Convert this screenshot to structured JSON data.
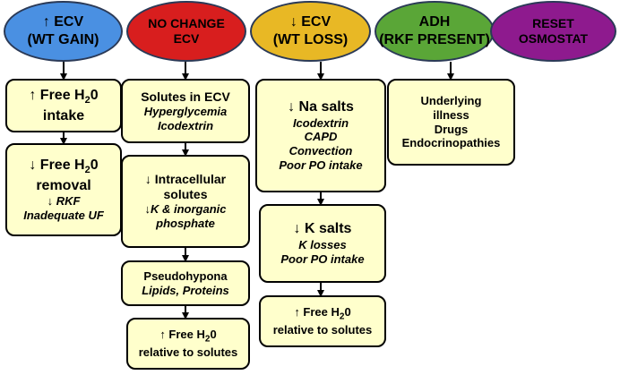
{
  "colors": {
    "gain": "#4a90e2",
    "nochange": "#d81e1e",
    "loss": "#e8b825",
    "adh": "#5aa637",
    "reset": "#8e1a8e",
    "box": "#ffffcc"
  },
  "headers": {
    "gain": {
      "line1": "↑ ECV",
      "line2": "(WT GAIN)"
    },
    "nochange": {
      "line1": "NO CHANGE",
      "line2": "ECV"
    },
    "loss": {
      "line1": "↓ ECV",
      "line2": "(WT LOSS)"
    },
    "adh": {
      "line1": "ADH",
      "line2": "(RKF PRESENT)"
    },
    "reset": {
      "line1": "RESET",
      "line2": "OSMOSTAT"
    }
  },
  "gain_col": {
    "box1": {
      "line1": "↑ Free H",
      "sub": "2",
      "tail": "0",
      "line2": "intake"
    },
    "box2": {
      "line1": "↓ Free H",
      "sub": "2",
      "tail": "0",
      "line2": "removal",
      "line3": "↓ RKF",
      "line4": "Inadequate UF"
    }
  },
  "nochange_col": {
    "box1": {
      "title": "Solutes in ECV",
      "item1": "Hyperglycemia",
      "item2": "Icodextrin"
    },
    "box2": {
      "line1": "↓ Intracellular",
      "line2": "solutes",
      "item1": "↓K & inorganic",
      "item2": "phosphate"
    },
    "box3": {
      "title": "Pseudohypona",
      "item1": "Lipids, Proteins"
    },
    "box4": {
      "line1": "↑ Free H",
      "sub": "2",
      "tail": "0",
      "line2": "relative to solutes"
    }
  },
  "loss_col": {
    "box1": {
      "title": "↓ Na salts",
      "item1": "Icodextrin",
      "item2": "CAPD",
      "item3": "Convection",
      "item4": "Poor PO intake"
    },
    "box2": {
      "title": "↓ K salts",
      "item1": "K losses",
      "item2": "Poor PO intake"
    },
    "box3": {
      "line1": "↑ Free H",
      "sub": "2",
      "tail": "0",
      "line2": "relative to solutes"
    }
  },
  "adh_col": {
    "box1": {
      "line1": "Underlying",
      "line2": "illness",
      "line3": "Drugs",
      "line4": "Endocrinopathies"
    }
  }
}
